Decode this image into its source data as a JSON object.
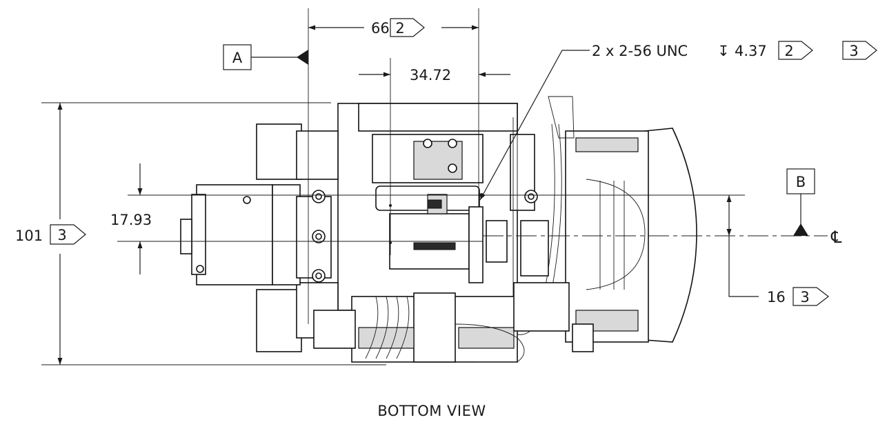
{
  "view": {
    "caption": "BOTTOM VIEW"
  },
  "dimensions": {
    "width_top": {
      "value": "66",
      "note": "2"
    },
    "hole_offset": {
      "value": "34.72"
    },
    "thread_callout": {
      "text": "2 x 2-56 UNC",
      "depth_symbol": "↧",
      "depth": "4.37",
      "notes": [
        "2",
        "3"
      ]
    },
    "height_overall": {
      "value": "101",
      "note": "3"
    },
    "hole_spacing": {
      "value": "17.93"
    },
    "centerline_offset": {
      "value": "16",
      "note": "3"
    }
  },
  "datums": {
    "a": "A",
    "b": "B"
  },
  "centerline_symbol": "℄"
}
